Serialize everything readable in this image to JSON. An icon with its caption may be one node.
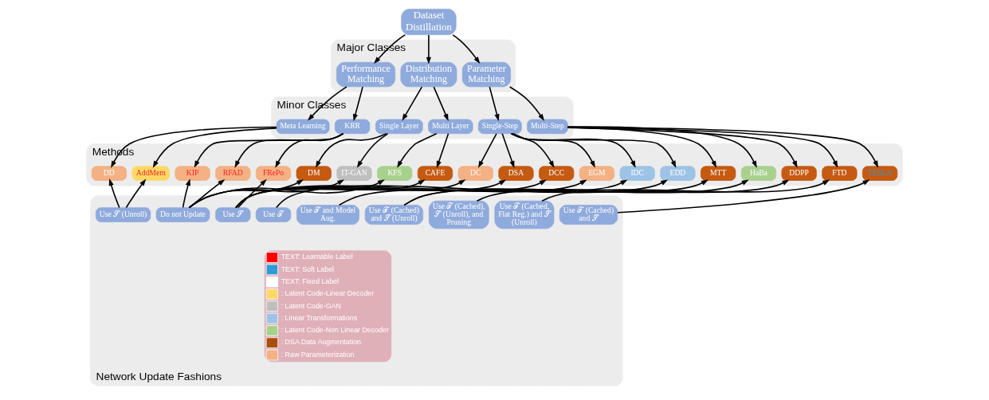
{
  "diagram": {
    "nodes": [
      {
        "text": [
          "Dataset Distillation"
        ]
      },
      {
        "text": [
          "Major Classes"
        ]
      },
      {
        "text": [
          "Performance Matching"
        ],
        "in": 1
      },
      {
        "text": [
          "Distribution Matching"
        ],
        "in": 1
      },
      {
        "text": [
          "Parameter Matching"
        ],
        "in": 1
      },
      {
        "text": [
          "Minor Classes"
        ]
      },
      {
        "text": [
          "Meta Learning"
        ],
        "in": 5
      },
      {
        "text": [
          "KRR"
        ],
        "in": 5
      },
      {
        "text": [
          "Single Layer"
        ],
        "in": 5
      },
      {
        "text": [
          "Multi Layer"
        ],
        "in": 5
      },
      {
        "text": [
          "Single-Step"
        ],
        "in": 5
      },
      {
        "text": [
          "Multi-Step"
        ],
        "in": 5
      },
      {
        "text": [
          "Methods"
        ]
      },
      {
        "text": [
          "DD"
        ],
        "in": 12
      },
      {
        "text": [
          "AddMem"
        ],
        "in": 12
      },
      {
        "text": [
          "KIP"
        ],
        "in": 12
      },
      {
        "text": [
          "RFAD"
        ],
        "in": 12
      },
      {
        "text": [
          "FRePo"
        ],
        "in": 12
      },
      {
        "text": [
          "DM"
        ],
        "in": 12
      },
      {
        "text": [
          "IT-GAN"
        ],
        "in": 12
      },
      {
        "text": [
          "KFS"
        ],
        "in": 12
      },
      {
        "text": [
          "CAFE"
        ],
        "in": 12
      },
      {
        "text": [
          "DC"
        ],
        "in": 12
      },
      {
        "text": [
          "DSA"
        ],
        "in": 12
      },
      {
        "text": [
          "DCC"
        ],
        "in": 12
      },
      {
        "text": [
          "EGM"
        ],
        "in": 12
      },
      {
        "text": [
          "IDC"
        ],
        "in": 12
      },
      {
        "text": [
          "EDD"
        ],
        "in": 12
      },
      {
        "text": [
          "MTT"
        ],
        "in": 12
      },
      {
        "text": [
          "HaBa"
        ],
        "in": 12
      },
      {
        "text": [
          "DDPP"
        ],
        "in": 12
      },
      {
        "text": [
          "FTD"
        ],
        "in": 12
      },
      {
        "text": [
          "TESLA"
        ],
        "in": 12
      },
      {
        "text": [
          "Network Update Fashions"
        ]
      },
      {
        "text": [
          "Use 𝒮 (Unroll)"
        ],
        "in": 33
      },
      {
        "text": [
          "Do not Update"
        ],
        "in": 33
      },
      {
        "text": [
          "Use 𝒮"
        ],
        "in": 33
      },
      {
        "text": [
          "Use 𝒯"
        ],
        "in": 33
      },
      {
        "text": [
          "Use 𝒯 and Model Aug."
        ],
        "in": 33
      },
      {
        "text": [
          "Use 𝒯 (Cached) and 𝒮 (Unroll)"
        ],
        "in": 33
      },
      {
        "text": [
          "Use 𝒯 (Cached), 𝒮 (Unroll), and Pruning"
        ],
        "in": 33
      },
      {
        "text": [
          "Use 𝒯 (Cached, Flat Reg.) and 𝒮 (Unroll)"
        ],
        "in": 33
      },
      {
        "text": [
          "Use 𝒯 (Cached) and 𝒮"
        ],
        "in": 33
      }
    ],
    "edges": [
      {
        "from": 0,
        "to": 2,
        "arrow": "to"
      },
      {
        "from": 0,
        "to": 3,
        "arrow": "to"
      },
      {
        "from": 0,
        "to": 4,
        "arrow": "to"
      },
      {
        "from": 2,
        "to": 6,
        "arrow": "to"
      },
      {
        "from": 2,
        "to": 7,
        "arrow": "to"
      },
      {
        "from": 3,
        "to": 8,
        "arrow": "to"
      },
      {
        "from": 3,
        "to": 9,
        "arrow": "to"
      },
      {
        "from": 4,
        "to": 10,
        "arrow": "to"
      },
      {
        "from": 4,
        "to": 11,
        "arrow": "to"
      },
      {
        "from": 6,
        "to": 13,
        "arrow": "to"
      },
      {
        "from": 6,
        "to": 14,
        "arrow": "to"
      },
      {
        "from": 7,
        "to": 15,
        "arrow": "to"
      },
      {
        "from": 7,
        "to": 16,
        "arrow": "to"
      },
      {
        "from": 7,
        "to": 17,
        "arrow": "to"
      },
      {
        "from": 8,
        "to": 18,
        "arrow": "to"
      },
      {
        "from": 8,
        "to": 19,
        "arrow": "to"
      },
      {
        "from": 9,
        "to": 20,
        "arrow": "to"
      },
      {
        "from": 9,
        "to": 21,
        "arrow": "to"
      },
      {
        "from": 10,
        "to": 22,
        "arrow": "to"
      },
      {
        "from": 10,
        "to": 23,
        "arrow": "to"
      },
      {
        "from": 10,
        "to": 24,
        "arrow": "to"
      },
      {
        "from": 10,
        "to": 25,
        "arrow": "to"
      },
      {
        "from": 10,
        "to": 26,
        "arrow": "to"
      },
      {
        "from": 10,
        "to": 27,
        "arrow": "to"
      },
      {
        "from": 11,
        "to": 28,
        "arrow": "to"
      },
      {
        "from": 11,
        "to": 29,
        "arrow": "to"
      },
      {
        "from": 11,
        "to": 30,
        "arrow": "to"
      },
      {
        "from": 11,
        "to": 31,
        "arrow": "to"
      },
      {
        "from": 11,
        "to": 32,
        "arrow": "to"
      },
      {
        "from": 34,
        "to": 13,
        "arrow": "to"
      },
      {
        "from": 34,
        "to": 14,
        "arrow": "to"
      },
      {
        "from": 35,
        "to": 15,
        "arrow": "to"
      },
      {
        "from": 35,
        "to": 16,
        "arrow": "to"
      },
      {
        "from": 35,
        "to": 18,
        "arrow": "to"
      },
      {
        "from": 35,
        "to": 19,
        "arrow": "to"
      },
      {
        "from": 35,
        "to": 20,
        "arrow": "to"
      },
      {
        "from": 36,
        "to": 17,
        "arrow": "to"
      },
      {
        "from": 36,
        "to": 21,
        "arrow": "to"
      },
      {
        "from": 36,
        "to": 22,
        "arrow": "to"
      },
      {
        "from": 36,
        "to": 23,
        "arrow": "to"
      },
      {
        "from": 36,
        "to": 24,
        "arrow": "to"
      },
      {
        "from": 36,
        "to": 25,
        "arrow": "to"
      },
      {
        "from": 37,
        "to": 26,
        "arrow": "to"
      },
      {
        "from": 38,
        "to": 27,
        "arrow": "to"
      },
      {
        "from": 39,
        "to": 28,
        "arrow": "to"
      },
      {
        "from": 39,
        "to": 29,
        "arrow": "to"
      },
      {
        "from": 40,
        "to": 30,
        "arrow": "to"
      },
      {
        "from": 41,
        "to": 31,
        "arrow": "to"
      },
      {
        "from": 42,
        "to": 32,
        "arrow": "to"
      }
    ],
    "legend": [
      {
        "text": "TEXT: Learnable Label",
        "color": "#ff0000"
      },
      {
        "text": "TEXT: Soft Label",
        "color": "#2e9bd6"
      },
      {
        "text": "TEXT: Fixed Label",
        "color": "#ffffff"
      },
      {
        "text": ": Latent Code-Linear Decoder",
        "color": "#ffd966"
      },
      {
        "text": ": Latent Code-GAN",
        "color": "#bfbfbf"
      },
      {
        "text": ": Linear Transformations",
        "color": "#9dc3e6"
      },
      {
        "text": ": Latent Code-Non Linear Decoder",
        "color": "#a9d18e"
      },
      {
        "text": ": DSA Data Augmentation",
        "color": "#a84f0e"
      },
      {
        "text": ": Raw Parameterization",
        "color": "#f4b183"
      }
    ]
  }
}
